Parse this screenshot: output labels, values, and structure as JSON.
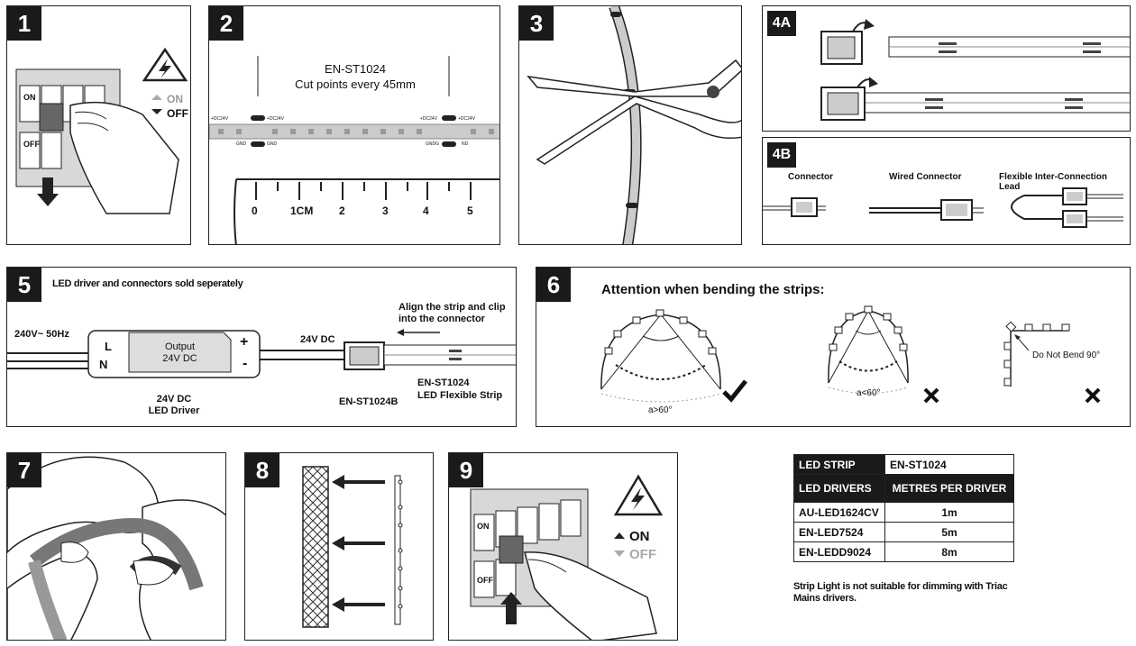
{
  "steps": {
    "s1": {
      "num": "1",
      "on": "ON",
      "off": "OFF",
      "switch_on": "ON",
      "switch_off": "OFF"
    },
    "s2": {
      "num": "2",
      "model": "EN-ST1024",
      "cut_note": "Cut points every 45mm",
      "strip_labels": [
        "+DC24V",
        "+DC24V",
        "GND",
        "GND",
        "+DC24V",
        "+DC24V",
        "GNDG",
        "ND"
      ],
      "ruler": [
        "0",
        "1CM",
        "2",
        "3",
        "4",
        "5"
      ]
    },
    "s3": {
      "num": "3"
    },
    "s4a": {
      "num": "4A"
    },
    "s4b": {
      "num": "4B",
      "connector": "Connector",
      "wired": "Wired Connector",
      "lead": "Flexible Inter-Connection Lead"
    },
    "s5": {
      "num": "5",
      "note": "LED driver and connectors sold seperately",
      "mains": "240V~ 50Hz",
      "l": "L",
      "n": "N",
      "plus": "+",
      "minus": "-",
      "output": "Output",
      "output_v": "24V DC",
      "dc": "24V DC",
      "align1": "Align the strip and clip",
      "align2": "into the connector",
      "driver1": "24V DC",
      "driver2": "LED Driver",
      "connector": "EN-ST1024B",
      "strip1": "EN-ST1024",
      "strip2": "LED Flexible Strip"
    },
    "s6": {
      "num": "6",
      "title": "Attention when bending the strips:",
      "gt": "a>60°",
      "lt": "a<60°",
      "no90": "Do Not Bend 90°"
    },
    "s7": {
      "num": "7"
    },
    "s8": {
      "num": "8"
    },
    "s9": {
      "num": "9",
      "on": "ON",
      "off": "OFF",
      "switch_on": "ON",
      "switch_off": "OFF"
    }
  },
  "table": {
    "h1": "LED STRIP",
    "h1v": "EN-ST1024",
    "h2": "LED DRIVERS",
    "h2v": "METRES PER DRIVER",
    "rows": [
      {
        "driver": "AU-LED1624CV",
        "metres": "1m"
      },
      {
        "driver": "EN-LED7524",
        "metres": "5m"
      },
      {
        "driver": "EN-LEDD9024",
        "metres": "8m"
      }
    ]
  },
  "footnote1": "Strip Light is not suitable for dimming with Triac",
  "footnote2": "Mains drivers."
}
